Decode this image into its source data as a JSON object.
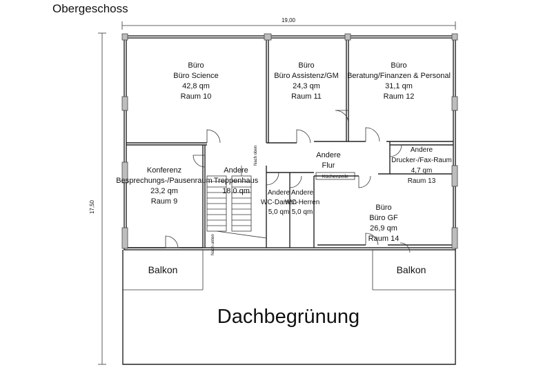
{
  "title": "Obergeschoss",
  "dimensions": {
    "width": "19,00",
    "height": "17,50"
  },
  "rooms": [
    {
      "id": "raum10",
      "lines": [
        "Büro",
        "Büro Science",
        "42,8 qm",
        "Raum 10"
      ]
    },
    {
      "id": "raum11",
      "lines": [
        "Büro",
        "Büro Assistenz/GM",
        "24,3 qm",
        "Raum 11"
      ]
    },
    {
      "id": "raum12",
      "lines": [
        "Büro",
        "Beratung/Finanzen & Personal",
        "31,1 qm",
        "Raum 12"
      ]
    },
    {
      "id": "raum9",
      "lines": [
        "Konferenz",
        "Besprechungs-/Pausenraum",
        "23,2 qm",
        "Raum 9"
      ]
    },
    {
      "id": "treppenhaus",
      "lines": [
        "Andere",
        "Treppenhaus",
        "18,0 qm"
      ]
    },
    {
      "id": "flur",
      "lines": [
        "Andere",
        "Flur"
      ]
    },
    {
      "id": "raum13",
      "lines": [
        "Andere",
        "Drucker-/Fax-Raum",
        "4,7 qm",
        "Raum 13"
      ]
    },
    {
      "id": "wcdamen",
      "lines": [
        "Andere",
        "WC-Damen",
        "5,0 qm"
      ]
    },
    {
      "id": "wcherren",
      "lines": [
        "Andere",
        "WC-Herren",
        "5,0 qm"
      ]
    },
    {
      "id": "raum14",
      "lines": [
        "Büro",
        "Büro GF",
        "26,9 qm",
        "Raum 14"
      ]
    }
  ],
  "small_labels": {
    "kuechenzeile": "Küchenzeile",
    "nach_oben": "Nach oben",
    "nach_unten": "Nach unten"
  },
  "balcony_left": "Balkon",
  "balcony_right": "Balkon",
  "roof": "Dachbegrünung"
}
